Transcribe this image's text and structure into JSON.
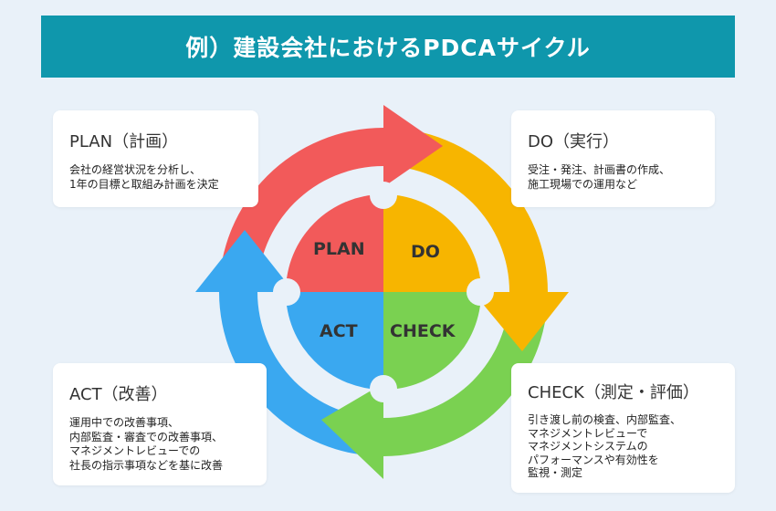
{
  "title": "例）建設会社におけるPDCAサイクル",
  "cycle": {
    "plan": "PLAN",
    "do": "DO",
    "act": "ACT",
    "check": "CHECK"
  },
  "cards": {
    "plan": {
      "title": "PLAN（計画）",
      "body": "会社の経営状況を分析し、\n1年の目標と取組み計画を決定"
    },
    "do": {
      "title": "DO（実行）",
      "body": "受注・発注、計画書の作成、\n施工現場での運用など"
    },
    "act": {
      "title": "ACT（改善）",
      "body": "運用中での改善事項、\n内部監査・審査での改善事項、\nマネジメントレビューでの\n社長の指示事項などを基に改善"
    },
    "check": {
      "title": "CHECK（測定・評価）",
      "body": "引き渡し前の検査、内部監査、\nマネジメントレビューで\nマネジメントシステムの\nパフォーマンスや有効性を\n監視・測定"
    }
  },
  "colors": {
    "plan": "#f25a5a",
    "do": "#f7b500",
    "check": "#7ad151",
    "act": "#3aa8f0",
    "title_bar": "#0f97ac",
    "background": "#e9f1f9"
  }
}
